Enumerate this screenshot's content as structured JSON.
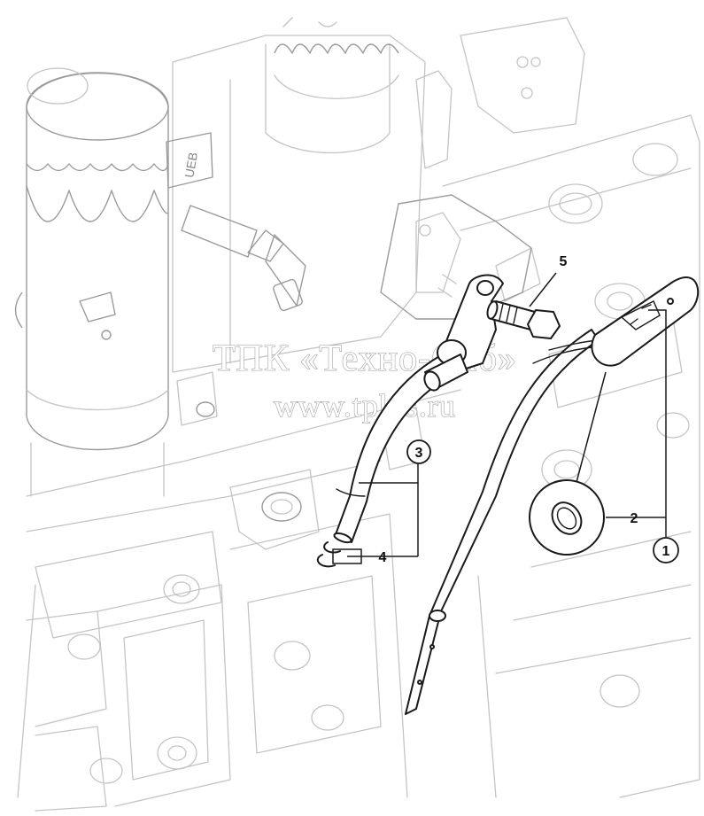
{
  "diagram": {
    "callouts": [
      {
        "id": "1",
        "label": "1",
        "circled": true,
        "part": "dipstick"
      },
      {
        "id": "2",
        "label": "2",
        "circled": false,
        "part": "o-ring"
      },
      {
        "id": "3",
        "label": "3",
        "circled": true,
        "part": "dipstick-guide-tube"
      },
      {
        "id": "4",
        "label": "4",
        "circled": false,
        "part": "retaining-rings"
      },
      {
        "id": "5",
        "label": "5",
        "circled": false,
        "part": "bolt"
      }
    ],
    "sensor_marking": "UEB"
  },
  "watermark": {
    "line1": "ТПК «Техно-Сиб»",
    "line2": "www.tpkts.ru"
  }
}
